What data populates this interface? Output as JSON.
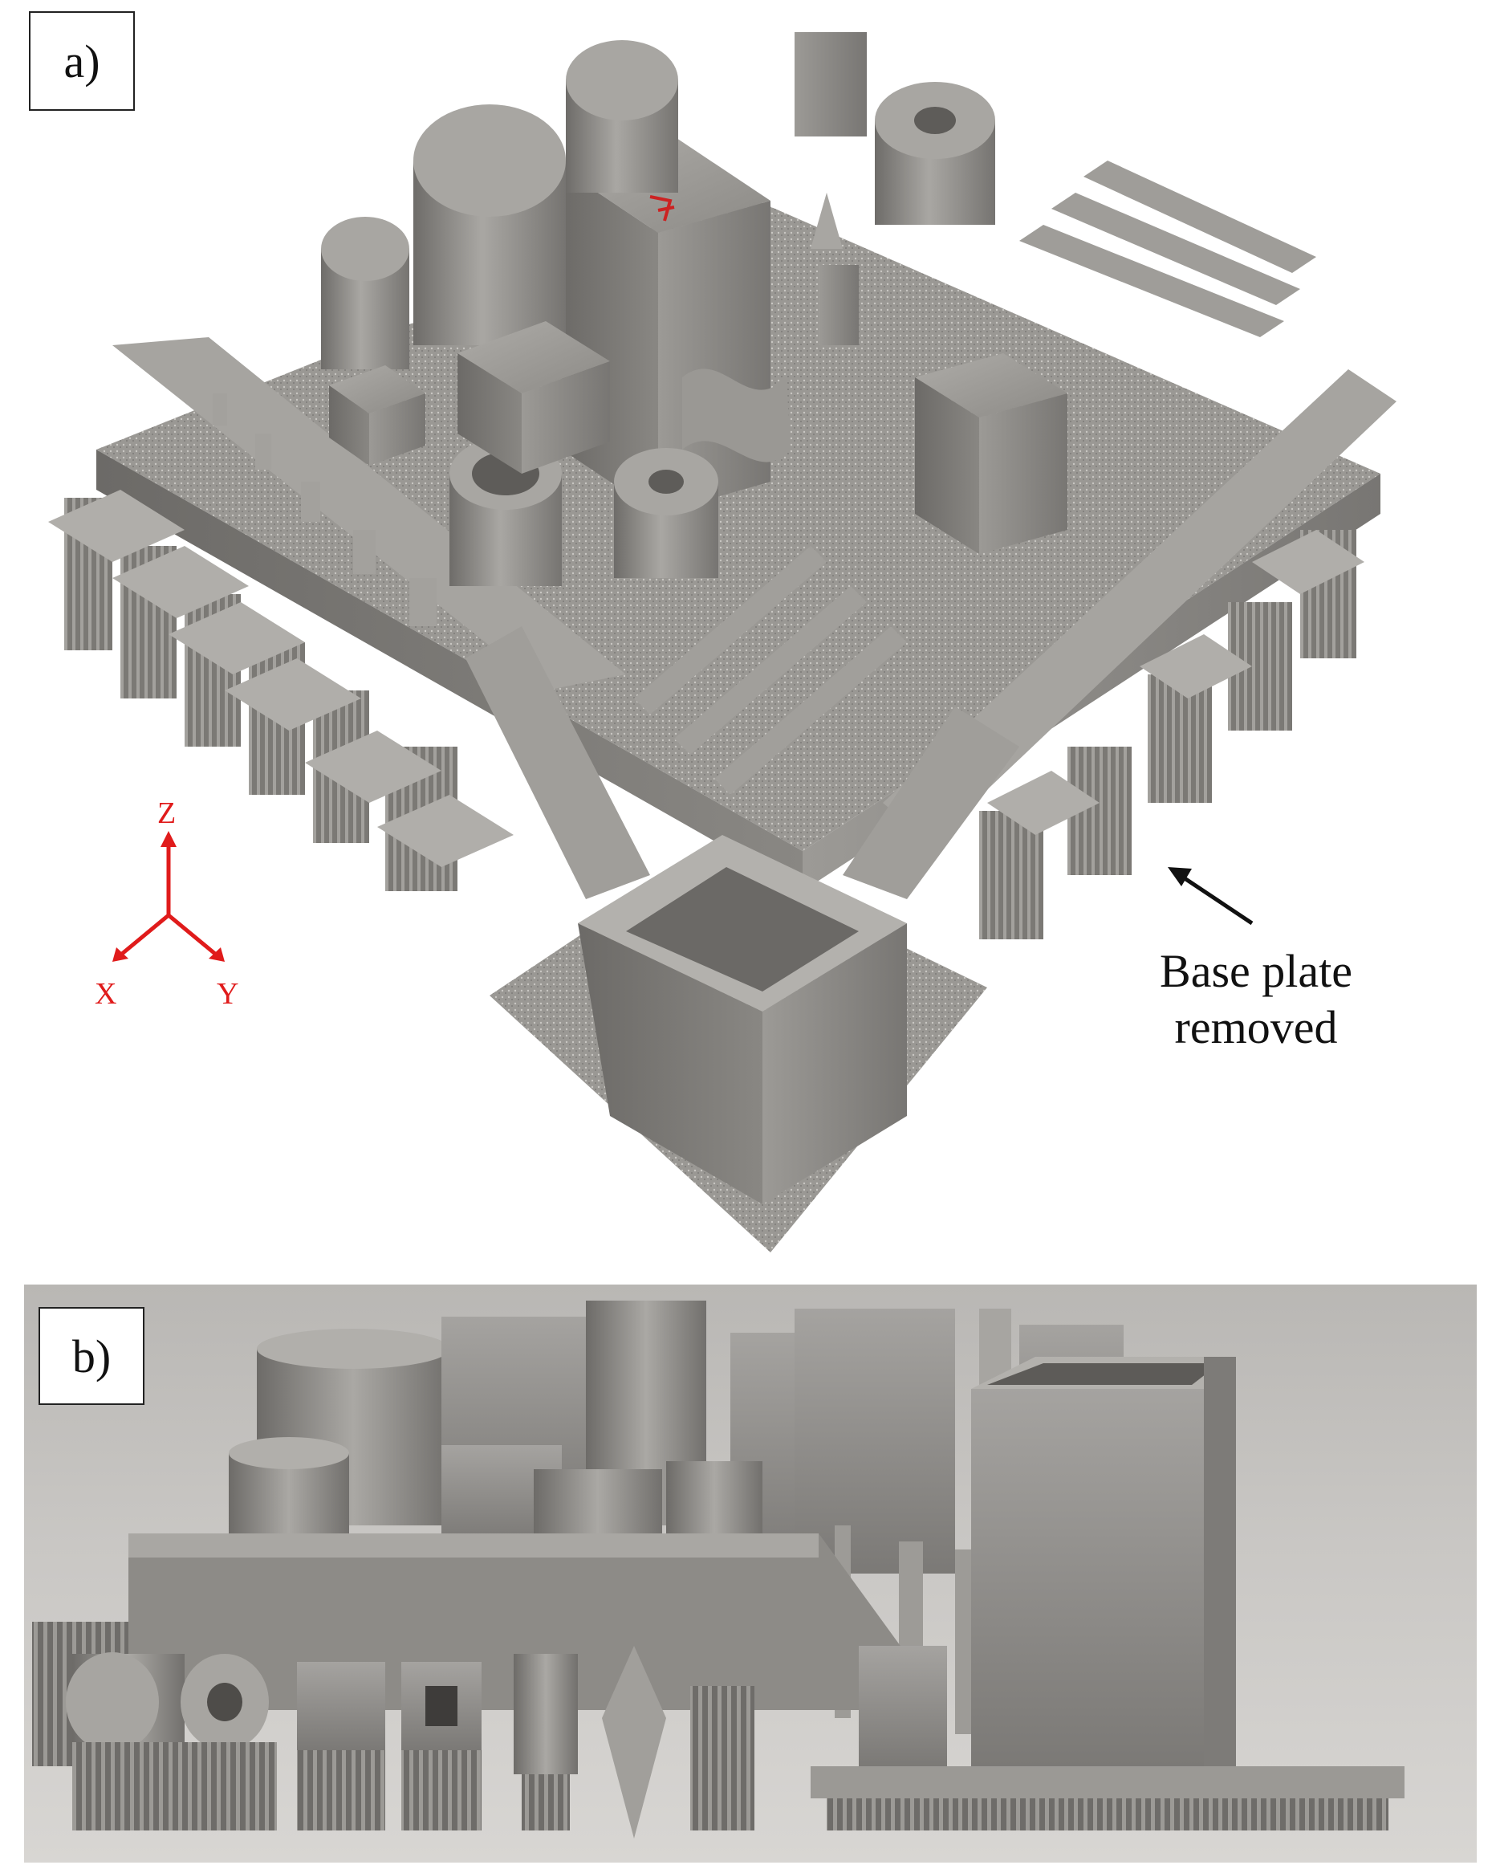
{
  "panels": {
    "a": {
      "label": "a)"
    },
    "b": {
      "label": "b)"
    }
  },
  "annotation": {
    "line1": "Base plate",
    "line2": "removed"
  },
  "axes": {
    "z": "Z",
    "x": "X",
    "y": "Y",
    "color": "#e01b1b"
  },
  "colors": {
    "metal_light": "#b4b2ae",
    "metal_mid": "#8f8d89",
    "metal_dark": "#5f5d5a",
    "background_b": "#c9c7c4"
  }
}
